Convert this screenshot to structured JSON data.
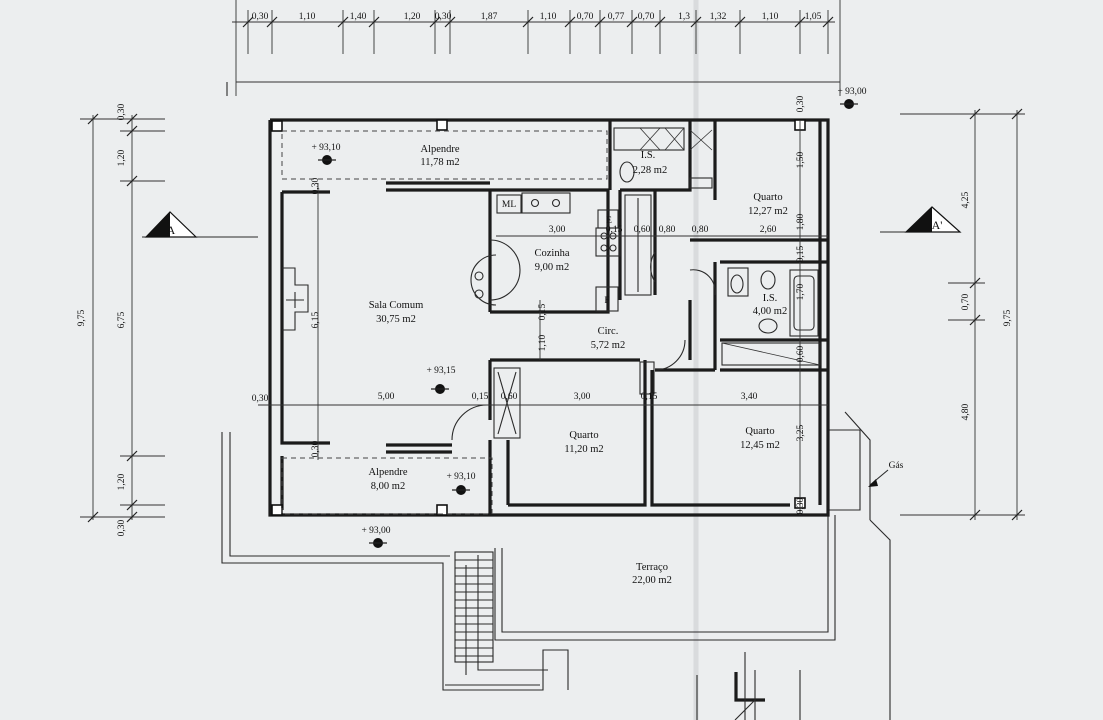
{
  "rooms": {
    "alpendre_top": {
      "name": "Alpendre",
      "area": "11,78 m2"
    },
    "ls_top": {
      "name": "I.S.",
      "area": "2,28 m2"
    },
    "quarto_top": {
      "name": "Quarto",
      "area": "12,27 m2"
    },
    "cozinha": {
      "name": "Cozinha",
      "area": "9,00 m2"
    },
    "sala": {
      "name": "Sala Comum",
      "area": "30,75 m2"
    },
    "circ": {
      "name": "Circ.",
      "area": "5,72 m2"
    },
    "ls_mid": {
      "name": "I.S.",
      "area": "4,00 m2"
    },
    "quarto_mid": {
      "name": "Quarto",
      "area": "11,20 m2"
    },
    "quarto_right": {
      "name": "Quarto",
      "area": "12,45 m2"
    },
    "alpendre_bottom": {
      "name": "Alpendre",
      "area": "8,00 m2"
    },
    "terraco": {
      "name": "Terraço",
      "area": "22,00 m2"
    }
  },
  "levels": {
    "alpendre_top": "+ 93,10",
    "sala": "+ 93,15",
    "alpendre_bottom": "+ 93,10",
    "ground_front": "+ 93,00",
    "ground_right": "+ 93,00"
  },
  "section_marks": {
    "left": "A",
    "right": "A'"
  },
  "gas_label": "Gás",
  "appliance_labels": {
    "ml": "ML",
    "e": "E",
    "f": "F"
  },
  "top_dims": [
    "0,30",
    "1,10",
    "1,40",
    "1,20",
    "0,30",
    "1,87",
    "1,10",
    "0,70",
    "0,77",
    "0,70",
    "1,3",
    "1,32",
    "1,10",
    "1,05"
  ],
  "left_dims": {
    "total": "9,75",
    "inner": [
      "0,30",
      "1,20",
      "6,75",
      "1,20",
      "0,30"
    ]
  },
  "right_dims": {
    "total": "9,75",
    "inner": [
      "4,25",
      "0,70",
      "4,80"
    ]
  },
  "interior_dims": {
    "sala_width": "5,00",
    "sala_left": "0,30",
    "wall_015a": "0,15",
    "wall_060": "0,60",
    "quarto_mid_w": "3,00",
    "wall_015b": "0,15",
    "quarto_right_w": "3,40",
    "sala_height": "6,15",
    "alp_h": "0,30",
    "alp_h2": "0,30",
    "coz_w": "3,00",
    "coz_015": "0,15",
    "coz_060": "0,60",
    "coz_080a": "0,80",
    "coz_080b": "0,80",
    "quarto_top_w": "2,60",
    "quarto_top_h": "1,50",
    "quarto_top_h2": "1,80",
    "ls_015": "0,15",
    "ls_170": "1,70",
    "ls_060": "0,60",
    "circ_110": "1,10",
    "circ_015": "0,15",
    "qr_325": "3,25",
    "qr_030": "0,30"
  }
}
